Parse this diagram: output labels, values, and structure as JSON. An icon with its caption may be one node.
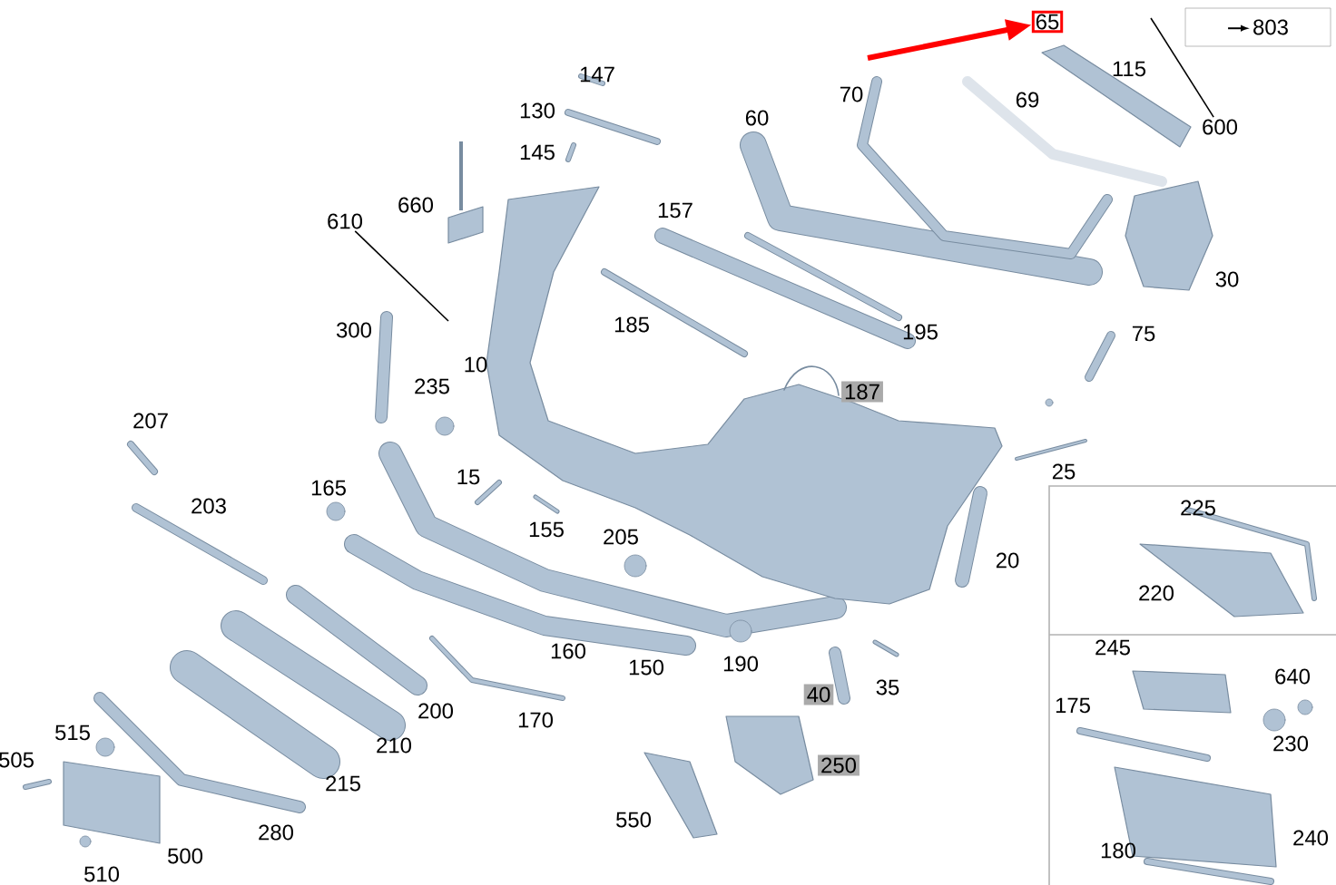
{
  "diagram": {
    "nodes": [
      {
        "text": [
          "65"
        ]
      },
      {
        "text": [
          "803"
        ]
      },
      {
        "text": [
          "610"
        ]
      },
      {
        "text": [
          "600"
        ]
      },
      {
        "text": [
          "187"
        ]
      },
      {
        "text": [
          "40"
        ]
      },
      {
        "text": [
          "250"
        ]
      }
    ],
    "edges": [
      {
        "from": null,
        "to": 0,
        "arrow": "to",
        "style": "thick",
        "color": "#ff0000"
      },
      {
        "from": 2,
        "to": null,
        "arrow": "none"
      },
      {
        "from": 3,
        "to": null,
        "arrow": "none"
      }
    ],
    "labels": [
      "147",
      "130",
      "115",
      "69",
      "70",
      "145",
      "60",
      "660",
      "157",
      "30",
      "185",
      "195",
      "75",
      "300",
      "10",
      "235",
      "207",
      "25",
      "165",
      "15",
      "203",
      "225",
      "155",
      "205",
      "20",
      "220",
      "160",
      "150",
      "245",
      "190",
      "640",
      "35",
      "175",
      "200",
      "170",
      "230",
      "210",
      "515",
      "215",
      "505",
      "550",
      "240",
      "280",
      "500",
      "180",
      "510"
    ]
  }
}
